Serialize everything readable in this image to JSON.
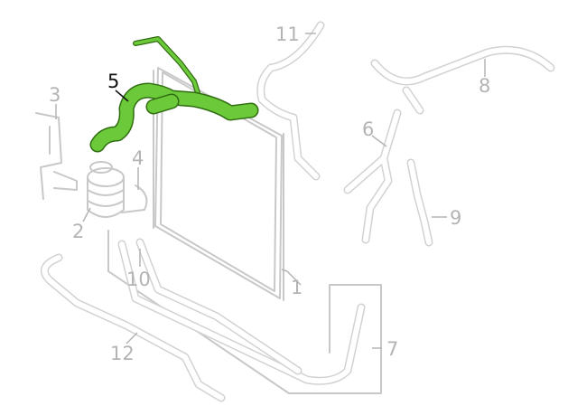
{
  "diagram": {
    "highlight_color": "#6cc93a",
    "part_labels": {
      "p1": "1",
      "p2": "2",
      "p3": "3",
      "p4": "4",
      "p5": "5",
      "p6": "6",
      "p7": "7",
      "p8": "8",
      "p9": "9",
      "p10": "10",
      "p11": "11",
      "p12": "12"
    }
  }
}
